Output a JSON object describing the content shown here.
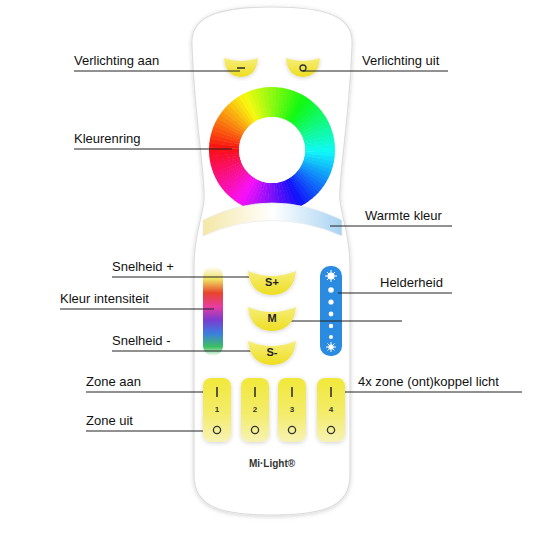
{
  "diagram": {
    "nodes": [
      {
        "text": [
          "Mi·Light®"
        ]
      },
      {
        "text": [
          "S+"
        ],
        "in": 0
      },
      {
        "text": [
          "M"
        ],
        "in": 0
      },
      {
        "text": [
          "S-"
        ],
        "in": 0
      },
      {
        "text": [
          "1"
        ],
        "in": 0
      },
      {
        "text": [
          "2"
        ],
        "in": 0
      },
      {
        "text": [
          "3"
        ],
        "in": 0
      },
      {
        "text": [
          "4"
        ],
        "in": 0
      }
    ],
    "labels": [
      "Verlichting aan",
      "Verlichting uit",
      "Kleurenring",
      "Warmte kleur",
      "Snelheid +",
      "Helderheid",
      "Kleur intensiteit",
      "Snelheid -",
      "Zone aan",
      "4x zone (ont)koppel licht",
      "Zone uit"
    ]
  }
}
